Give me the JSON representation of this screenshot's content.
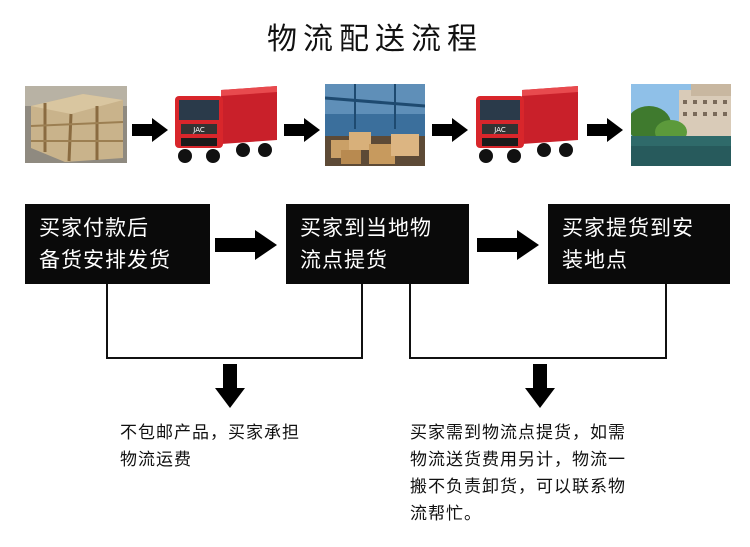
{
  "title": "物流配送流程",
  "photos": [
    {
      "subject": "wooden-crates"
    },
    {
      "subject": "red-truck",
      "cab_text": "JAC"
    },
    {
      "subject": "warehouse-boxes"
    },
    {
      "subject": "red-truck",
      "cab_text": "JAC"
    },
    {
      "subject": "residential-area"
    }
  ],
  "steps": [
    {
      "lines": [
        "买家付款后",
        "备货安排发货"
      ]
    },
    {
      "lines": [
        "买家到当地物",
        "流点提货"
      ]
    },
    {
      "lines": [
        "买家提货到安",
        "装地点"
      ]
    }
  ],
  "notes": [
    {
      "lines": [
        "不包邮产品，买家承担",
        "物流运费"
      ]
    },
    {
      "lines": [
        "买家需到物流点提货，如需",
        "物流送货费用另计，物流一",
        "搬不负责卸货，可以联系物",
        "流帮忙。"
      ]
    }
  ],
  "colors": {
    "box_bg": "#0a0a0a",
    "box_text": "#ffffff",
    "arrow": "#000000",
    "truck_red": "#d8262b"
  }
}
